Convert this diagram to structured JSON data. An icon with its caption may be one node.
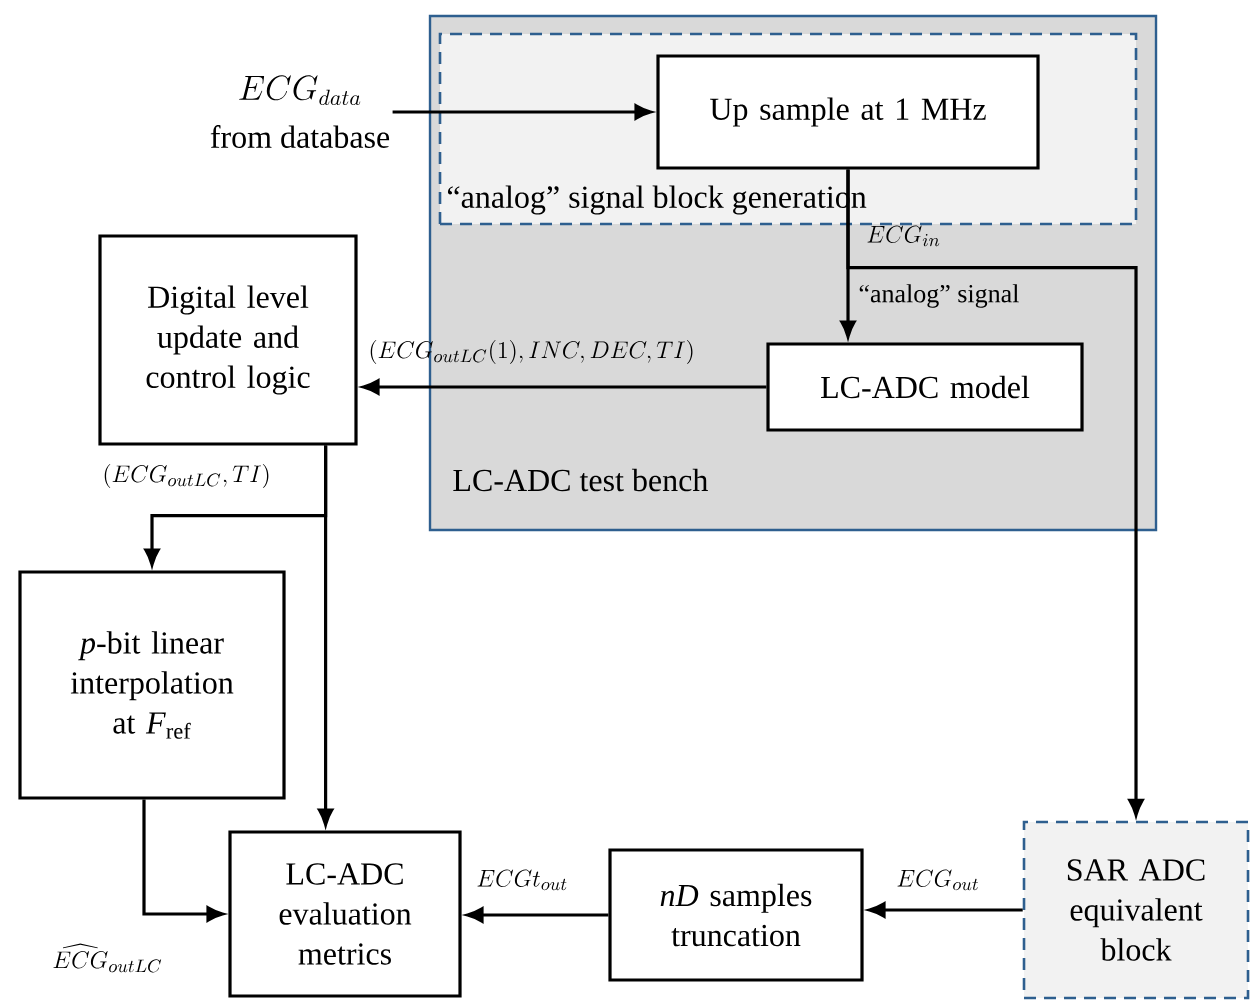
{
  "diagram": {
    "nodes": [
      {
        "text": [
          "ECG_{data}",
          "from database"
        ]
      },
      {
        "text": [
          "LC-ADC test bench"
        ]
      },
      {
        "text": [
          "“analog” signal block generation"
        ],
        "in": 1
      },
      {
        "text": [
          "Up sample at 1 MHz"
        ],
        "in": 2
      },
      {
        "text": [
          "LC-ADC model"
        ],
        "in": 1
      },
      {
        "text": [
          "Digital level update and control logic"
        ]
      },
      {
        "text": [
          "*p*-bit linear interpolation at *F*$_{ref}$"
        ]
      },
      {
        "text": [
          "LC-ADC evaluation metrics"
        ]
      },
      {
        "text": [
          "*nD* samples truncation"
        ]
      },
      {
        "text": [
          "SAR ADC equivalent block"
        ]
      }
    ],
    "edges": [
      {
        "from": 0,
        "to": 3,
        "arrow": "to"
      },
      {
        "from": 3,
        "to": 4,
        "arrow": "to",
        "label": "\\text{“analog” signal}"
      },
      {
        "from": 3,
        "to": 9,
        "arrow": "to",
        "label": "ECG_{in}"
      },
      {
        "from": 4,
        "to": 5,
        "arrow": "to",
        "label": "(ECG_{outLC}(1), INC, DEC, TI)"
      },
      {
        "from": 5,
        "to": 6,
        "arrow": "to",
        "label": "(ECG_{outLC}, TI)"
      },
      {
        "from": 5,
        "to": 7,
        "arrow": "to"
      },
      {
        "from": 6,
        "to": 7,
        "arrow": "to",
        "label": "\\widehat{ECG}_{outLC}"
      },
      {
        "from": 9,
        "to": 8,
        "arrow": "to",
        "label": "ECG_{out}"
      },
      {
        "from": 8,
        "to": 7,
        "arrow": "to",
        "label": "ECGt_{out}"
      }
    ]
  }
}
